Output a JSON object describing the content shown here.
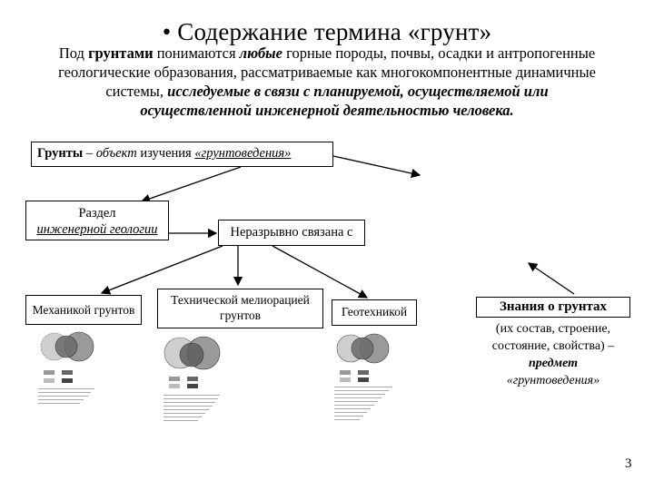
{
  "slide": {
    "title": "• Содержание термина «грунт»",
    "paragraph": {
      "line1_pre": "Под ",
      "line1_bold": "грунтами",
      "line1_mid": " понимаются ",
      "line1_it": "любые",
      "line1_post": " горные породы, почвы, осадки и антропогенные",
      "line2": "геологические образования, рассматриваемые как многокомпонентные динамичные",
      "line3_pre": "системы, ",
      "line3_it": "исследуемые в связи с планируемой, осуществляемой или",
      "line4_it": "осуществленной инженерной деятельностью человека."
    },
    "subject_box": {
      "bold": "Грунты",
      "dash": " – ",
      "italic": "объект",
      "plain": " изучения ",
      "underlined": "«грунтоведения»"
    },
    "razdel_box": {
      "line1": "Раздел",
      "line2": "инженерной геологии"
    },
    "nerazryvno_box": "Неразрывно связана с",
    "mechanics_box": "Механикой грунтов",
    "melioration_box": "Технической мелиорацией грунтов",
    "geotech_box": "Геотехникой",
    "knowledge": {
      "title": "Знания о грунтах",
      "line1": "(их состав, строение,",
      "line2": "состояние, свойства) –",
      "line3_it": "предмет",
      "line4_it": "«грунтоведения»"
    },
    "page_number": "3"
  },
  "colors": {
    "line": "#000000",
    "figure_gray": "#8a8a8a",
    "figure_dark": "#3a3a3a"
  }
}
